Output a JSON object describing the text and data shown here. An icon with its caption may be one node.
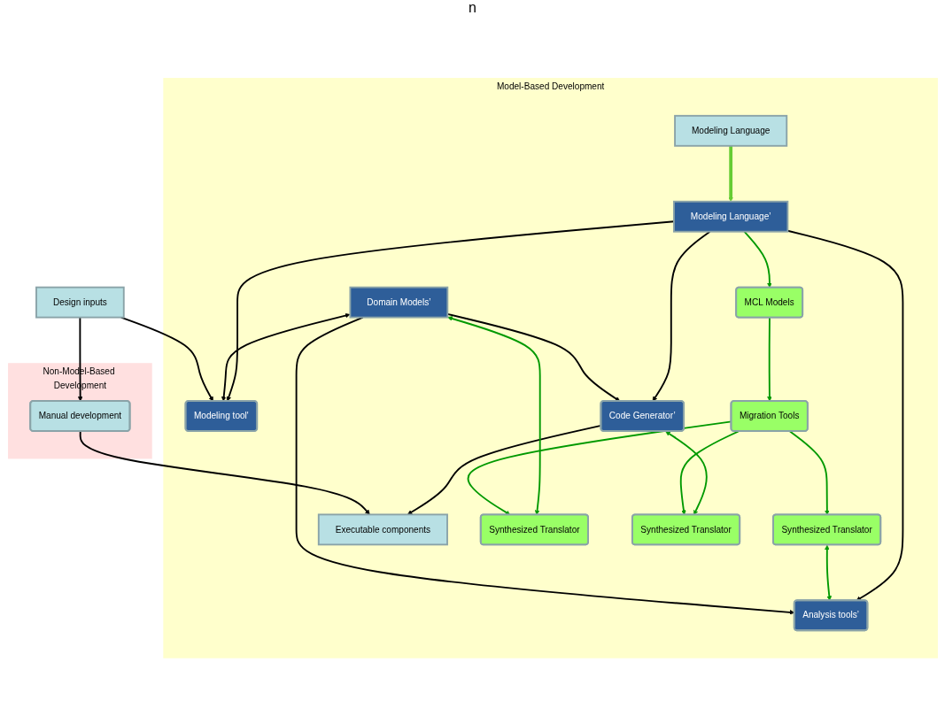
{
  "diagram": {
    "nodes": [
      {
        "text": [
          "Model-Based Development"
        ]
      },
      {
        "text": [
          "Modeling Language"
        ],
        "in": 0
      },
      {
        "text": [
          "Synthesized Translator"
        ],
        "in": 0
      },
      {
        "text": [
          "Modeling Language’"
        ],
        "in": 0
      },
      {
        "text": [
          "Analysis tools’"
        ],
        "in": 0
      },
      {
        "text": [
          "Modeling tool'"
        ],
        "in": 0
      },
      {
        "text": [
          "Domain Models’"
        ],
        "in": 0
      },
      {
        "text": [
          "Code Generator’"
        ],
        "in": 0
      },
      {
        "text": [
          "Executable components"
        ],
        "in": 0
      },
      {
        "text": [
          "Synthesized Translator"
        ],
        "in": 0
      },
      {
        "text": [
          "Synthesized Translator"
        ],
        "in": 0
      },
      {
        "text": [
          "MCL Models"
        ],
        "in": 0
      },
      {
        "text": [
          "Migration Tools"
        ],
        "in": 0
      },
      {
        "text": [
          "Non-Model-Based Development"
        ]
      },
      {
        "text": [
          "Design inputs"
        ]
      },
      {
        "text": [
          "Manual development"
        ],
        "in": 13
      }
    ],
    "edges": [
      {
        "from": 1,
        "to": 3,
        "arrow": "to",
        "style": "thick",
        "color": "#66cc33"
      },
      {
        "from": 3,
        "to": 4,
        "arrow": "to"
      },
      {
        "from": 3,
        "to": 5,
        "arrow": "to"
      },
      {
        "from": 3,
        "to": 7,
        "arrow": "to"
      },
      {
        "from": 3,
        "to": 11,
        "arrow": "to",
        "color": "#009900"
      },
      {
        "from": 2,
        "to": 4,
        "arrow": "both",
        "color": "#009900"
      },
      {
        "from": 6,
        "to": 4,
        "arrow": "to"
      },
      {
        "from": 6,
        "to": 5,
        "arrow": "both"
      },
      {
        "from": 6,
        "to": 7,
        "arrow": "to"
      },
      {
        "from": 7,
        "to": 8,
        "arrow": "to"
      },
      {
        "from": 6,
        "to": 9,
        "arrow": "both",
        "color": "#009900"
      },
      {
        "from": 7,
        "to": 10,
        "arrow": "both",
        "color": "#009900"
      },
      {
        "from": 12,
        "to": 2,
        "arrow": "to",
        "color": "#009900"
      },
      {
        "from": 12,
        "to": 9,
        "arrow": "to",
        "color": "#009900"
      },
      {
        "from": 12,
        "to": 10,
        "arrow": "to",
        "color": "#009900"
      },
      {
        "from": 11,
        "to": 12,
        "arrow": "to",
        "color": "#009900"
      },
      {
        "from": 14,
        "to": 5,
        "arrow": "to"
      },
      {
        "from": 14,
        "to": 15,
        "arrow": "to"
      },
      {
        "from": 15,
        "to": 8,
        "arrow": "to"
      }
    ],
    "labels": [
      "n"
    ]
  }
}
